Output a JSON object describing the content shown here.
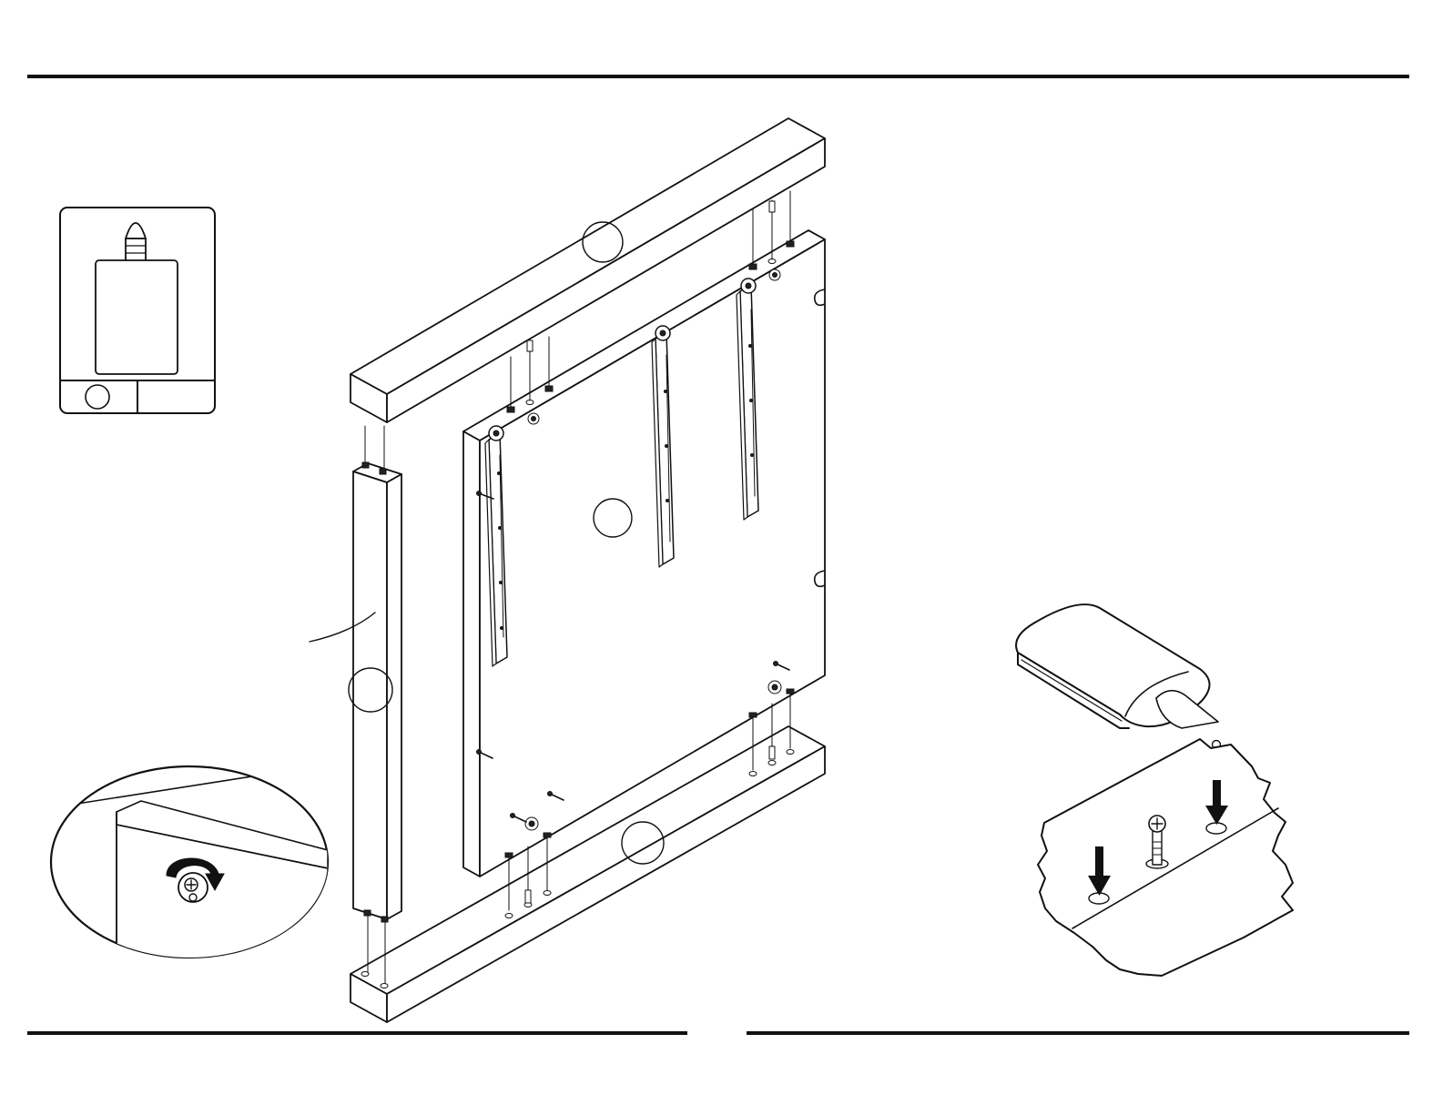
{
  "page": {
    "background_color": "#ffffff",
    "line_color": "#111111"
  },
  "callouts": [
    {
      "id": "top-rail",
      "label": ""
    },
    {
      "id": "back-panel",
      "label": ""
    },
    {
      "id": "side-post",
      "label": ""
    },
    {
      "id": "bottom-rail",
      "label": ""
    },
    {
      "id": "tool-box",
      "label": ""
    }
  ],
  "icons": [
    "glue-bottle-icon",
    "rotate-arrow-icon",
    "press-down-arrow-icon",
    "cam-bolt-icon",
    "dowel-icon"
  ]
}
